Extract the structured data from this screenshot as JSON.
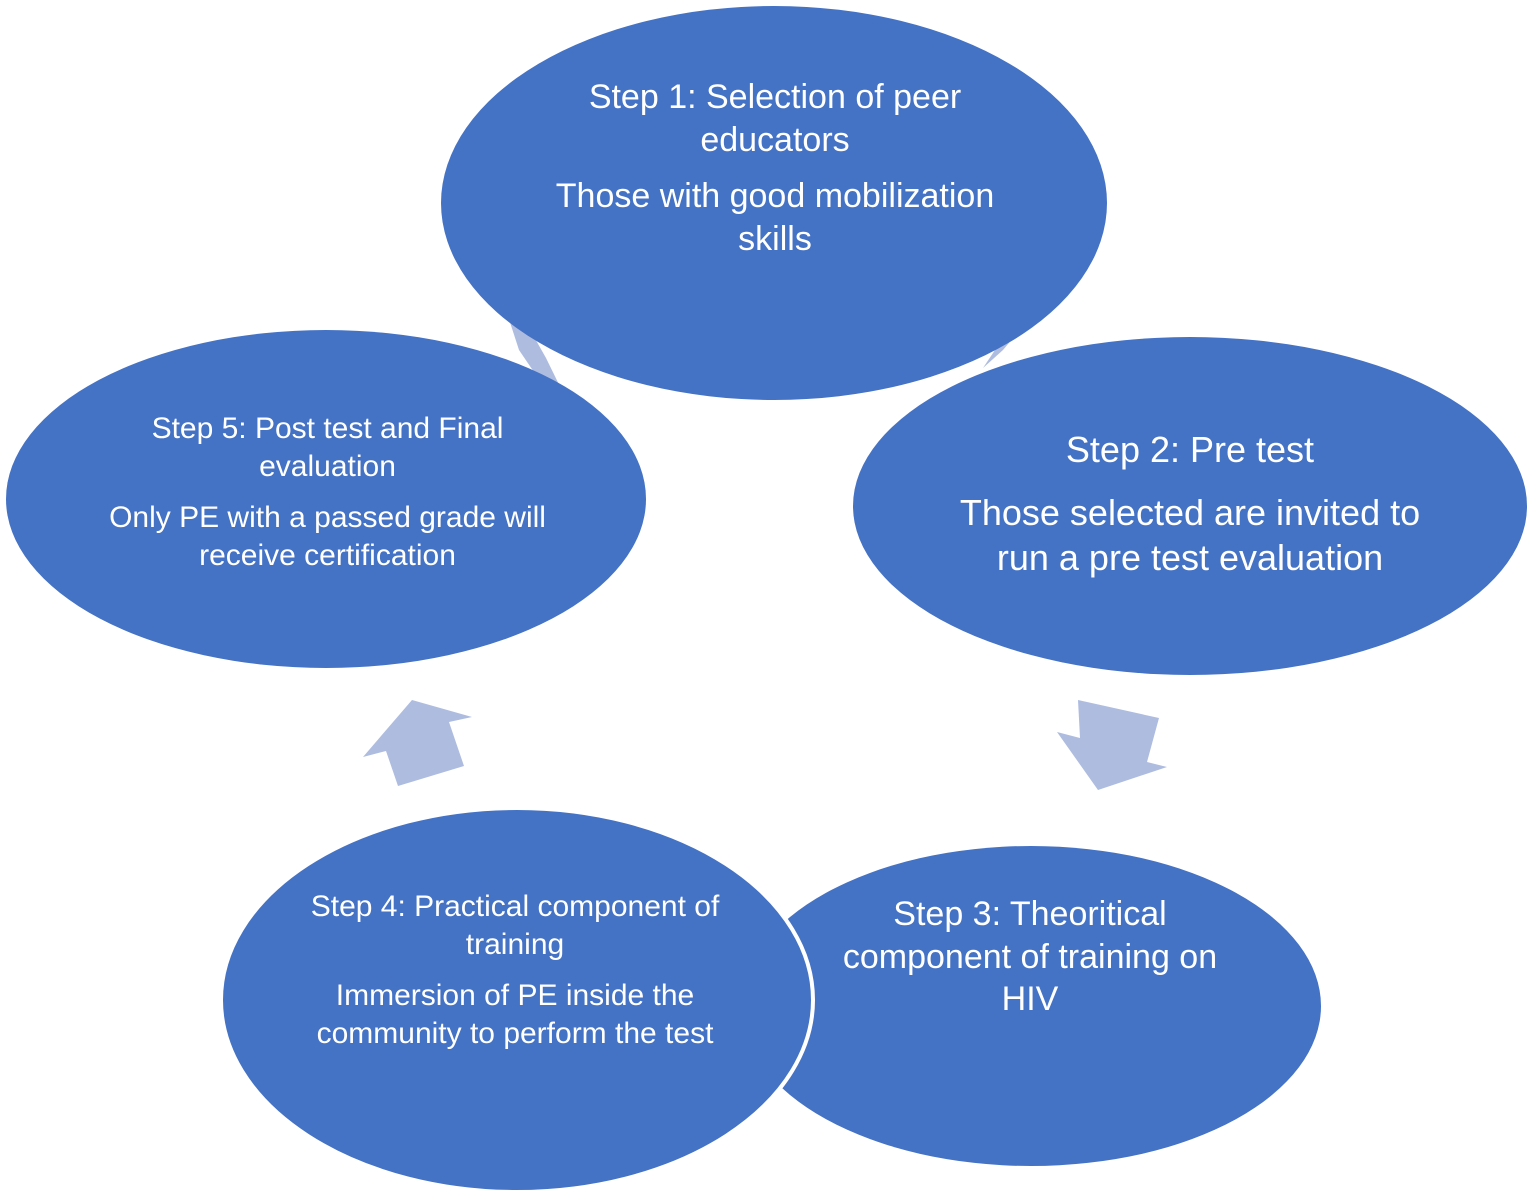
{
  "colors": {
    "node_fill": "#4472C4",
    "node_text": "#FFFFFF",
    "arrow_fill": "#AEBCE0",
    "separator": "#FFFFFF"
  },
  "steps": [
    {
      "id": "step1",
      "title": "Step 1: Selection of peer educators",
      "description": "Those with good mobilization skills"
    },
    {
      "id": "step2",
      "title": "Step 2: Pre test",
      "description": "Those selected are invited to run a pre test evaluation"
    },
    {
      "id": "step3",
      "title": "Step 3: Theoritical component of training on HIV",
      "description": ""
    },
    {
      "id": "step4",
      "title": "Step 4: Practical component of training",
      "description": "Immersion of PE inside the community to perform the test"
    },
    {
      "id": "step5",
      "title": "Step 5: Post test and Final evaluation",
      "description": "Only PE with a passed grade will receive certification"
    }
  ],
  "connectors": [
    {
      "from": "step1",
      "to": "step2",
      "icon": "arrow-down-right-icon"
    },
    {
      "from": "step2",
      "to": "step3",
      "icon": "arrow-down-left-icon"
    },
    {
      "from": "step3",
      "to": "step4",
      "icon": "arrow-left-icon"
    },
    {
      "from": "step4",
      "to": "step5",
      "icon": "arrow-up-left-icon"
    },
    {
      "from": "step5",
      "to": "step1",
      "icon": "arrow-up-right-icon"
    }
  ]
}
